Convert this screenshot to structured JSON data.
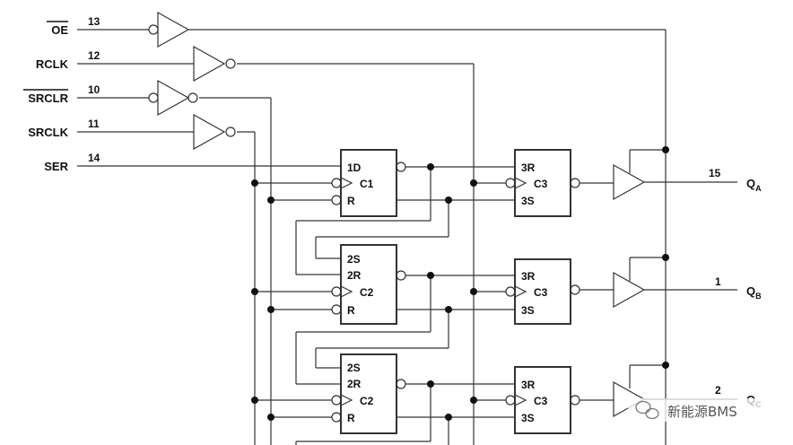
{
  "inputs": [
    {
      "label": "OE",
      "pin": "13"
    },
    {
      "label": "RCLK",
      "pin": "12"
    },
    {
      "label": "SRCLR",
      "pin": "10"
    },
    {
      "label": "SRCLK",
      "pin": "11"
    },
    {
      "label": "SER",
      "pin": "14"
    }
  ],
  "stage1": [
    {
      "d": "1D",
      "c": "C1",
      "r": "R"
    },
    {
      "s": "2S",
      "d": "2R",
      "c": "C2",
      "r": "R"
    },
    {
      "s": "2S",
      "d": "2R",
      "c": "C2",
      "r": "R"
    }
  ],
  "stage2": [
    {
      "r": "3R",
      "c": "C3",
      "s": "3S"
    },
    {
      "r": "3R",
      "c": "C3",
      "s": "3S"
    },
    {
      "r": "3R",
      "c": "C3",
      "s": "3S"
    }
  ],
  "outputs": [
    {
      "q": "Q",
      "sub": "A",
      "pin": "15"
    },
    {
      "q": "Q",
      "sub": "B",
      "pin": "1"
    },
    {
      "q": "Q",
      "sub": "C",
      "pin": "2"
    }
  ],
  "watermark": "新能源BMS"
}
